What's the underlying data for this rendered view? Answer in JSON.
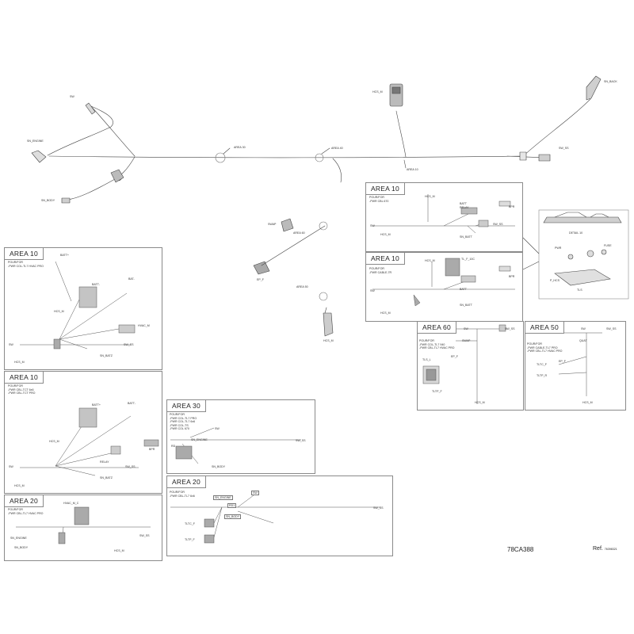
{
  "labels": {
    "sw": "SW",
    "sn_engine": "SN_ENGINE",
    "sn_body": "SN_BODY",
    "area_30_top": "AREA 30",
    "area_40": "AREA 40",
    "area_10_top": "AREA 10",
    "hcs_m": "HCS_M",
    "sn_back": "SN_BACK",
    "sw_ss": "SW_SS",
    "swap": "SWAP",
    "area_60_mid": "AREA 60",
    "ep_f": "EP_F",
    "area_50_mid": "AREA 50",
    "hcs_m2": "HCS_M"
  },
  "detail": {
    "label": "DETAIL 10",
    "pwr": "PWR",
    "fuse": "FUSE",
    "p_hcs": "P_HCS",
    "tls": "TLS"
  },
  "panels": [
    {
      "area": "AREA 10",
      "fit": [
        "POUR/FOR",
        "-PWR CBL 670"
      ],
      "labels": [
        "HCS_M",
        "BATT",
        "RELAY",
        "BPR",
        "SW",
        "HCS_M",
        "SW_SS",
        "SN_BATT"
      ]
    },
    {
      "area": "AREA 10",
      "fit": [
        "POUR/FOR",
        "-PWR CABLE-7R"
      ],
      "labels": [
        "HCS_M",
        "TL_F_10C",
        "BATT",
        "BPR",
        "SW",
        "HCS_M",
        "SN_BATT"
      ]
    },
    {
      "area": "AREA 10",
      "fit": [
        "POUR/FOR",
        "-PWR COL-TL7 HVAC PRO"
      ],
      "labels": [
        "BATT+",
        "BATT-",
        "BAT-",
        "HCS_M",
        "HVAC_M",
        "SW",
        "SW_SS",
        "SN_BATZ",
        "HCS_M"
      ]
    },
    {
      "area": "AREA 60",
      "fit": [
        "POUR/FOR",
        "-PWR COL-TL7 940",
        "-PWR CBL-TL7 HVAC PRO"
      ],
      "labels": [
        "SW",
        "SW_SS",
        "SWAP",
        "TLS_L",
        "EP_F",
        "TLTP_F",
        "HCS_M"
      ]
    },
    {
      "area": "AREA 50",
      "fit": [
        "POUR/FOR",
        "-PWR CABLE-TL7 PRO",
        "-PWR CBL-TL7 HVAC PRO"
      ],
      "labels": [
        "SW",
        "SW_SS",
        "QUAT",
        "TLTC_F",
        "EP_F",
        "TLTP_R",
        "HCS_M"
      ]
    },
    {
      "area": "AREA 10",
      "fit": [
        "POUR/FOR",
        "-PWR CBL-TCT 6x6",
        "-PWR CBL-TCT PRO"
      ],
      "labels": [
        "BATT+",
        "BATT-",
        "HCS_M",
        "RELAY",
        "BPR",
        "SW",
        "SW_SS",
        "SN_BATZ",
        "HCS_M"
      ]
    },
    {
      "area": "AREA 30",
      "fit": [
        "POUR/FOR",
        "-PWR COL-TL7 PRO",
        "-PWR COL-TL7 6x6",
        "-PWR COL-TS",
        "-PWR COL 670"
      ],
      "labels": [
        "SW",
        "SN_ENGINE",
        "SW_SS",
        "RD",
        "SN_BODY"
      ]
    },
    {
      "area": "AREA 20",
      "fit": [
        "POUR/FOR",
        "-PWR CBL-TL7 HVAC PRO"
      ],
      "labels": [
        "HVAC_M_C",
        "SN_ENGINE",
        "SN_BODY",
        "SW_SS",
        "HCS_M"
      ]
    },
    {
      "area": "AREA 20",
      "fit": [
        "POUR/FOR",
        "-PWR CBL-TL7 6x6"
      ],
      "labels": [
        "SW",
        "SN_ENGINE",
        "RD1",
        "SN_BODY",
        "SW_SS",
        "TLTC_F",
        "TLTP_F"
      ]
    }
  ],
  "footer": {
    "code": "78CA388",
    "ref_label": "Ref.",
    "ref_value": "76398321"
  }
}
